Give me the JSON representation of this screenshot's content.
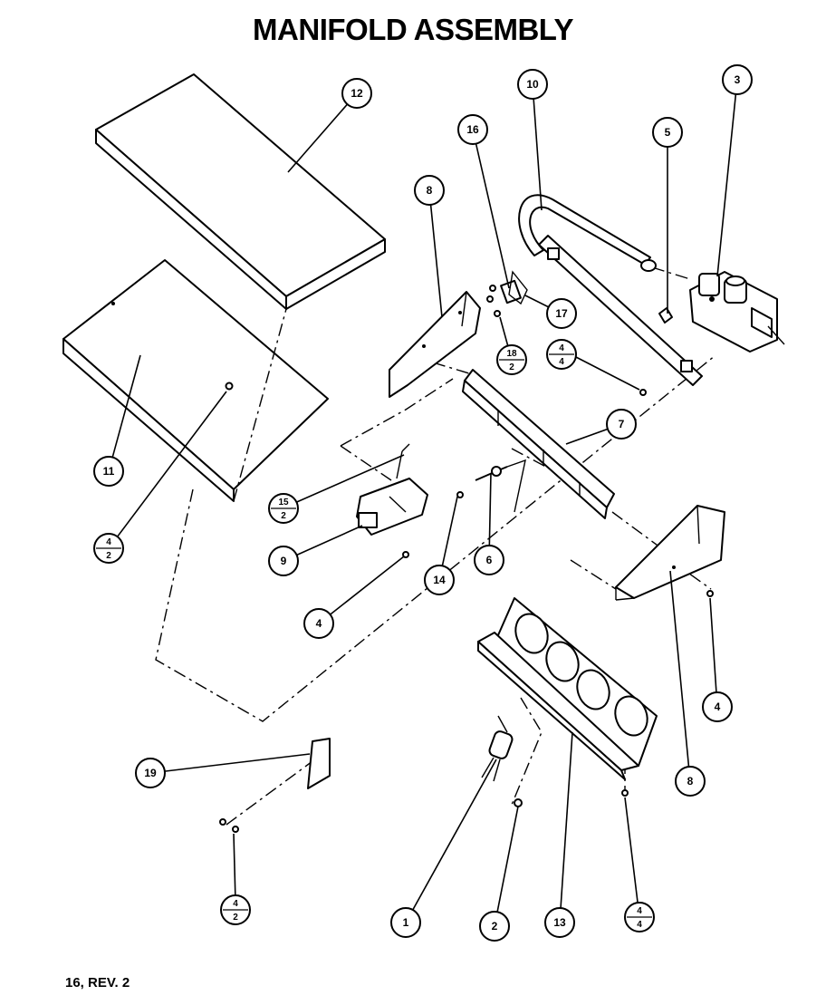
{
  "title": "MANIFOLD ASSEMBLY",
  "footer": "16, REV. 2",
  "callouts": [
    {
      "id": "12",
      "label": "12"
    },
    {
      "id": "10",
      "label": "10"
    },
    {
      "id": "3",
      "label": "3"
    },
    {
      "id": "16",
      "label": "16"
    },
    {
      "id": "5",
      "label": "5"
    },
    {
      "id": "8a",
      "label": "8"
    },
    {
      "id": "17",
      "label": "17"
    },
    {
      "id": "18-2",
      "top": "18",
      "bottom": "2"
    },
    {
      "id": "4-4a",
      "top": "4",
      "bottom": "4"
    },
    {
      "id": "11",
      "label": "11"
    },
    {
      "id": "7",
      "label": "7"
    },
    {
      "id": "15-2",
      "top": "15",
      "bottom": "2"
    },
    {
      "id": "4-2a",
      "top": "4",
      "bottom": "2"
    },
    {
      "id": "9",
      "label": "9"
    },
    {
      "id": "14",
      "label": "14"
    },
    {
      "id": "6",
      "label": "6"
    },
    {
      "id": "4a",
      "label": "4"
    },
    {
      "id": "4b",
      "label": "4"
    },
    {
      "id": "8b",
      "label": "8"
    },
    {
      "id": "19",
      "label": "19"
    },
    {
      "id": "4-2b",
      "top": "4",
      "bottom": "2"
    },
    {
      "id": "1",
      "label": "1"
    },
    {
      "id": "2",
      "label": "2"
    },
    {
      "id": "13",
      "label": "13"
    },
    {
      "id": "4-4b",
      "top": "4",
      "bottom": "4"
    }
  ]
}
